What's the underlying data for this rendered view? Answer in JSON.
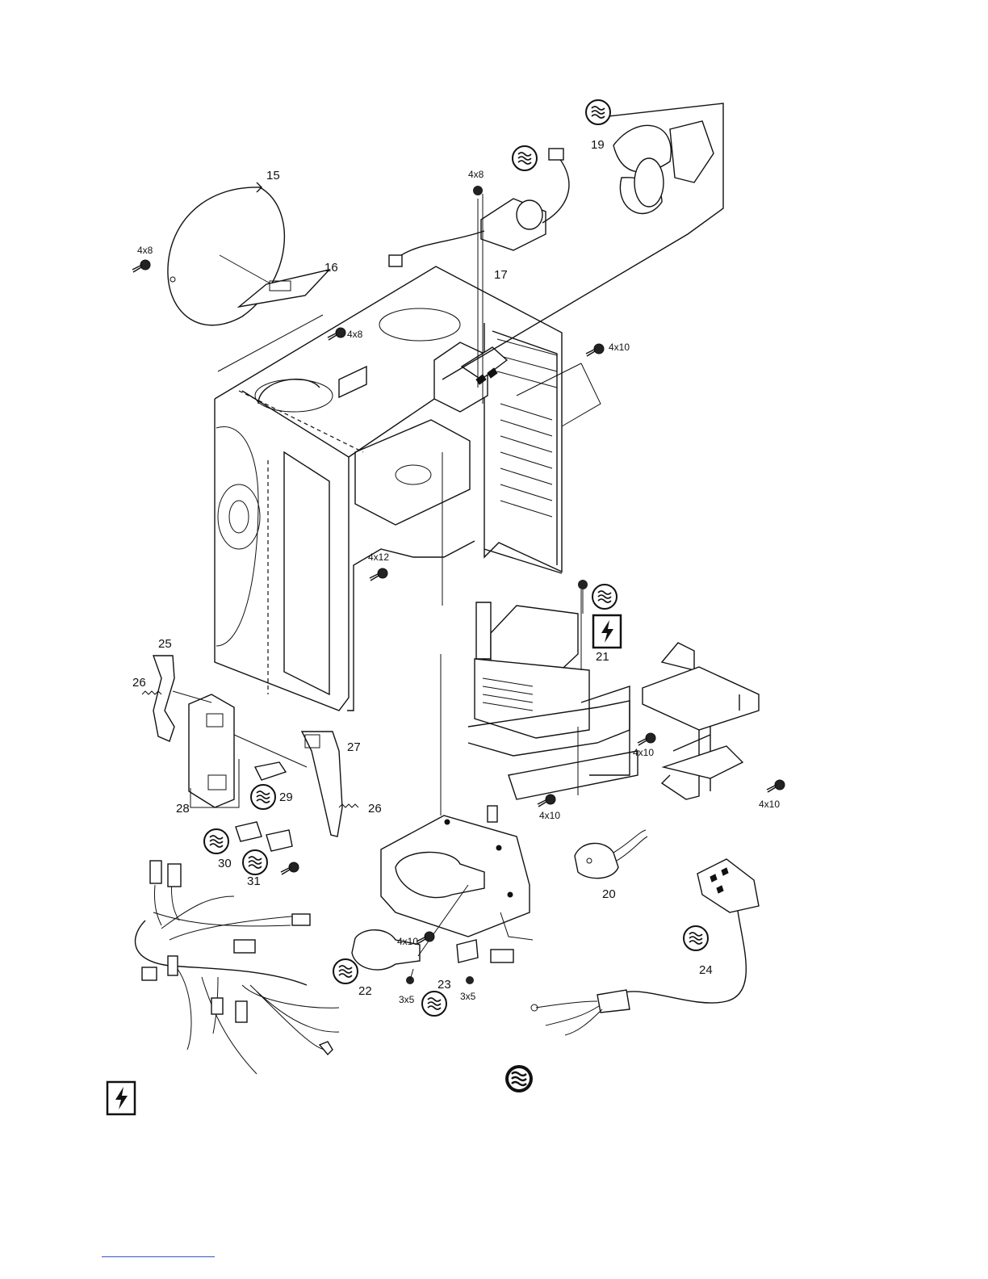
{
  "labels": {
    "p15": "15",
    "p16": "16",
    "p17": "17",
    "p19": "19",
    "p20": "20",
    "p21": "21",
    "p22": "22",
    "p23": "23",
    "p24": "24",
    "p25": "25",
    "p26a": "26",
    "p26b": "26",
    "p27": "27",
    "p28": "28",
    "p29": "29",
    "p30": "30",
    "p31": "31"
  },
  "screws": {
    "s1": "4x8",
    "s2": "4x8",
    "s3": "4x8",
    "s4": "4x10",
    "s5": "4x12",
    "s6": "4x10",
    "s7": "4x10",
    "s8": "4x10",
    "s9": "4x10",
    "s10": "3x5",
    "s11": "3x5"
  },
  "symbols": {
    "safety_icon": "lightning-box-icon",
    "serviceable_icon": "wave-circle-icon"
  }
}
